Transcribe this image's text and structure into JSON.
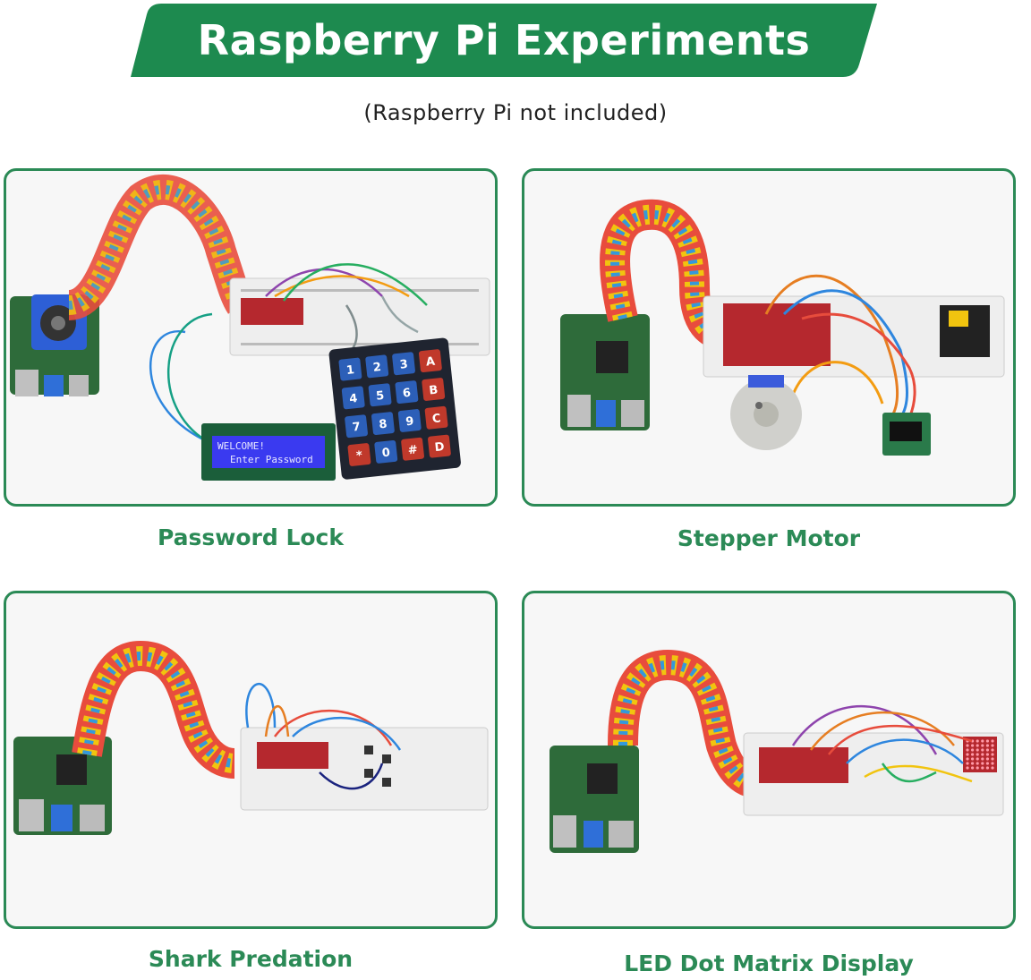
{
  "title": "Raspberry Pi Experiments",
  "subtitle": "(Raspberry Pi not included)",
  "colors": {
    "brand_green": "#2b8a56",
    "banner_green": "#1d8a4f"
  },
  "panels": [
    {
      "caption": "Password Lock",
      "lcd_line1": "WELCOME!",
      "lcd_line2": "Enter Password",
      "keypad": [
        "1",
        "2",
        "3",
        "A",
        "4",
        "5",
        "6",
        "B",
        "7",
        "8",
        "9",
        "C",
        "*",
        "0",
        "#",
        "D"
      ]
    },
    {
      "caption": "Stepper Motor"
    },
    {
      "caption": "Shark Predation"
    },
    {
      "caption": "LED Dot Matrix Display"
    }
  ]
}
